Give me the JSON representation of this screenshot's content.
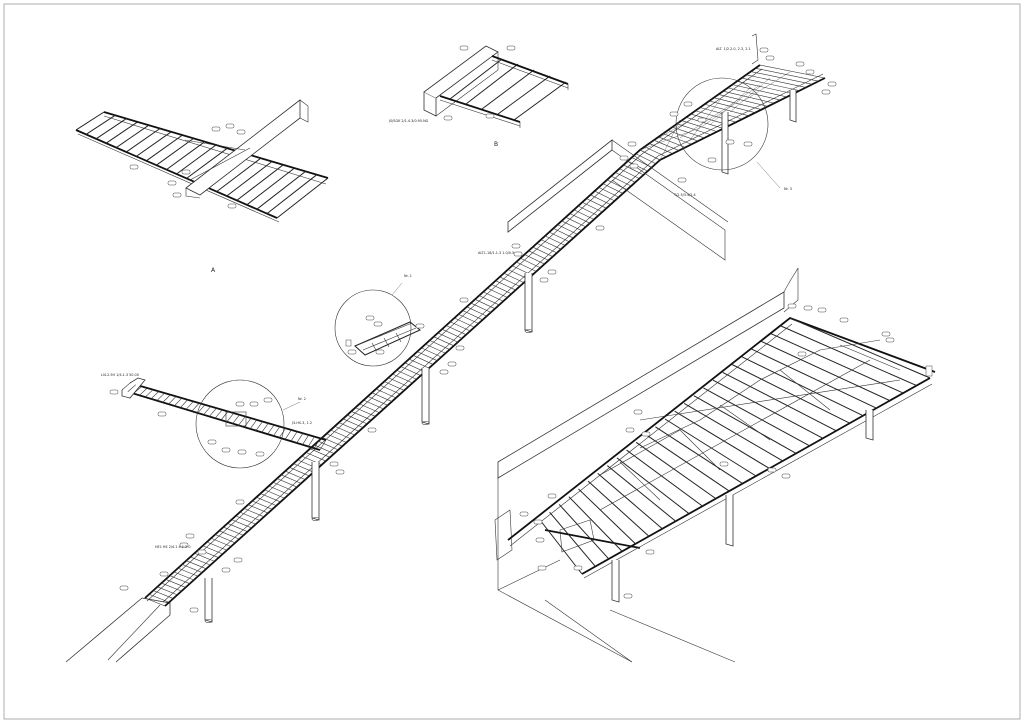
{
  "drawing": {
    "type": "isometric steel walkway structure",
    "view_labels": {
      "view_a": "A",
      "view_b": "B"
    },
    "callouts": [
      "Nr. 1",
      "Nr. 2",
      "Nr. 3"
    ],
    "part_labels": [
      "JS/SGK 2/1.4.3/0.95.NG",
      "LI4.2.5H 1/4.1.3 50.00",
      "HE1 HE 2/4.1 4.1-2.0",
      "ALT. 1/2.2.0, 2.3, 2.1",
      "J3-HS-3, 1.2",
      "ALT1.18/1.1.3 1.0/0.5",
      "T/2.5/3.4/2.4"
    ]
  }
}
